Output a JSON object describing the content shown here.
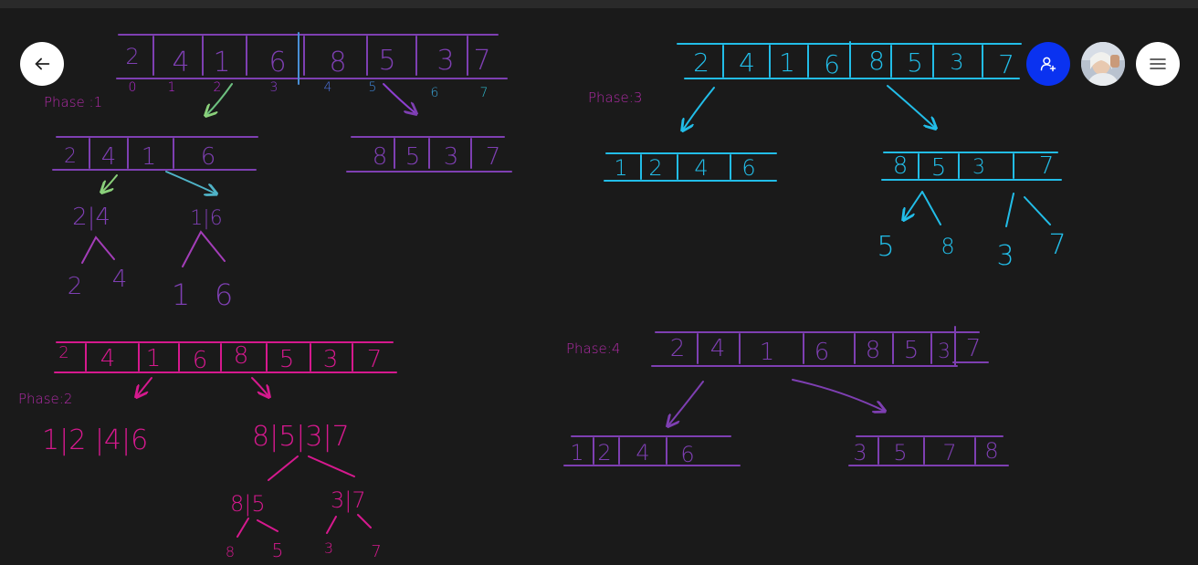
{
  "colors": {
    "background": "#1a1a1a",
    "purple_ink": "#7e3fb2",
    "magenta_ink": "#d6198e",
    "cyan_ink": "#22bde8",
    "invite_button": "#0a32f0"
  },
  "toolbar": {
    "back_icon": "arrow-left-icon",
    "invite_icon": "person-add-icon",
    "menu_icon": "hamburger-menu-icon",
    "avatar": "user-avatar"
  },
  "board": {
    "phase1": {
      "label": "Phase :1",
      "array": [
        "2",
        "4",
        "1",
        "6",
        "8",
        "5",
        "3",
        "7"
      ],
      "indices": [
        "0",
        "1",
        "2",
        "3",
        "4",
        "5",
        "6",
        "7"
      ],
      "left_half": [
        "2",
        "4",
        "1",
        "6"
      ],
      "right_half": [
        "8",
        "5",
        "3",
        "7"
      ],
      "pair_a": "2|4",
      "pair_b": "1|6",
      "leaf_a1": "2",
      "leaf_a2": "4",
      "leaf_b1": "1",
      "leaf_b2": "6"
    },
    "phase2": {
      "label": "Phase:2",
      "array": [
        "2",
        "4",
        "1",
        "6",
        "8",
        "5",
        "3",
        "7"
      ],
      "left": "1|2 |4|6",
      "right": "8|5|3|7",
      "pair_a": "8|5",
      "pair_b": "3|7",
      "leaf1": "8",
      "leaf2": "5",
      "leaf3": "3",
      "leaf4": "7"
    },
    "phase3": {
      "label": "Phase:3",
      "array": [
        "2",
        "4",
        "1",
        "6",
        "8",
        "5",
        "3",
        "7"
      ],
      "left": [
        "1",
        "2",
        "4",
        "6"
      ],
      "right": [
        "8",
        "5",
        "3",
        "7"
      ],
      "leaf1": "5",
      "leaf2": "8",
      "leaf3": "3",
      "leaf4": "7"
    },
    "phase4": {
      "label": "Phase:4",
      "array": [
        "2",
        "4",
        "1",
        "6",
        "8",
        "5",
        "3",
        "7"
      ],
      "left": [
        "1",
        "2",
        "4",
        "6"
      ],
      "right": [
        "3",
        "5",
        "7",
        "8"
      ]
    }
  }
}
